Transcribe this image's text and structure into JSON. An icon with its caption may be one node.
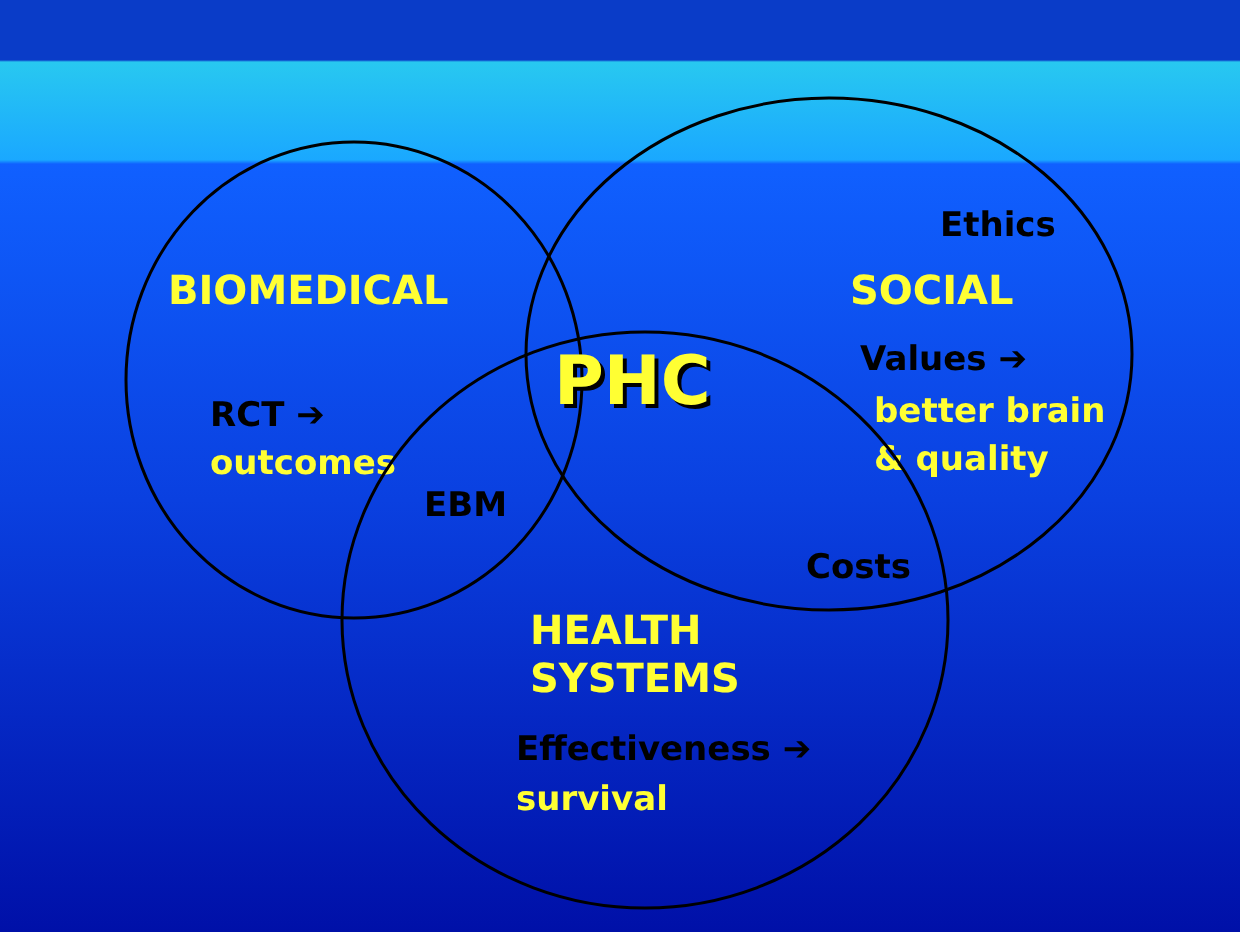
{
  "diagram": {
    "nodes": [
      {
        "text": [
          "BIOMEDICAL",
          "RCT ➔",
          "outcomes"
        ]
      },
      {
        "text": [
          "Ethics",
          "SOCIAL",
          "Values ➔",
          "better brain & quality"
        ]
      },
      {
        "text": [
          "HEALTH SYSTEMS",
          "Effectiveness ➔",
          "survival"
        ]
      }
    ],
    "labels": [
      "PHC",
      "EBM",
      "Costs"
    ]
  }
}
